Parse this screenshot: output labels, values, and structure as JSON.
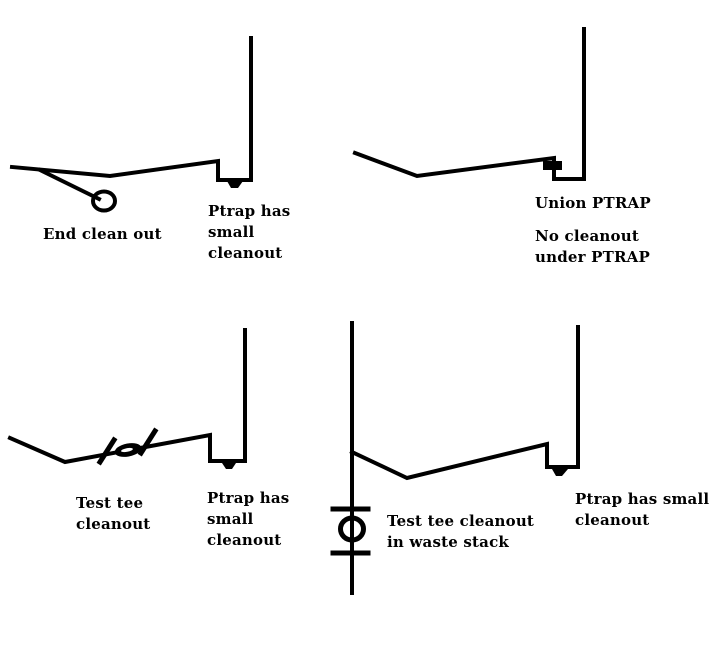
{
  "colors": {
    "background": "#ffffff",
    "ink": "#000000"
  },
  "labels": {
    "end_clean_out": [
      "End clean out"
    ],
    "top_left_trap": [
      "Ptrap has",
      "small",
      "cleanout"
    ],
    "union_ptrap": [
      "Union PTRAP"
    ],
    "no_cleanout": [
      "No cleanout",
      "under PTRAP"
    ],
    "test_tee": [
      "Test tee",
      "cleanout"
    ],
    "bottom_left_trap": [
      "Ptrap has",
      "small",
      "cleanout"
    ],
    "test_tee_waste_stack": [
      "Test tee cleanout",
      "in waste stack"
    ],
    "bottom_right_trap": [
      "Ptrap has small",
      "cleanout"
    ]
  }
}
